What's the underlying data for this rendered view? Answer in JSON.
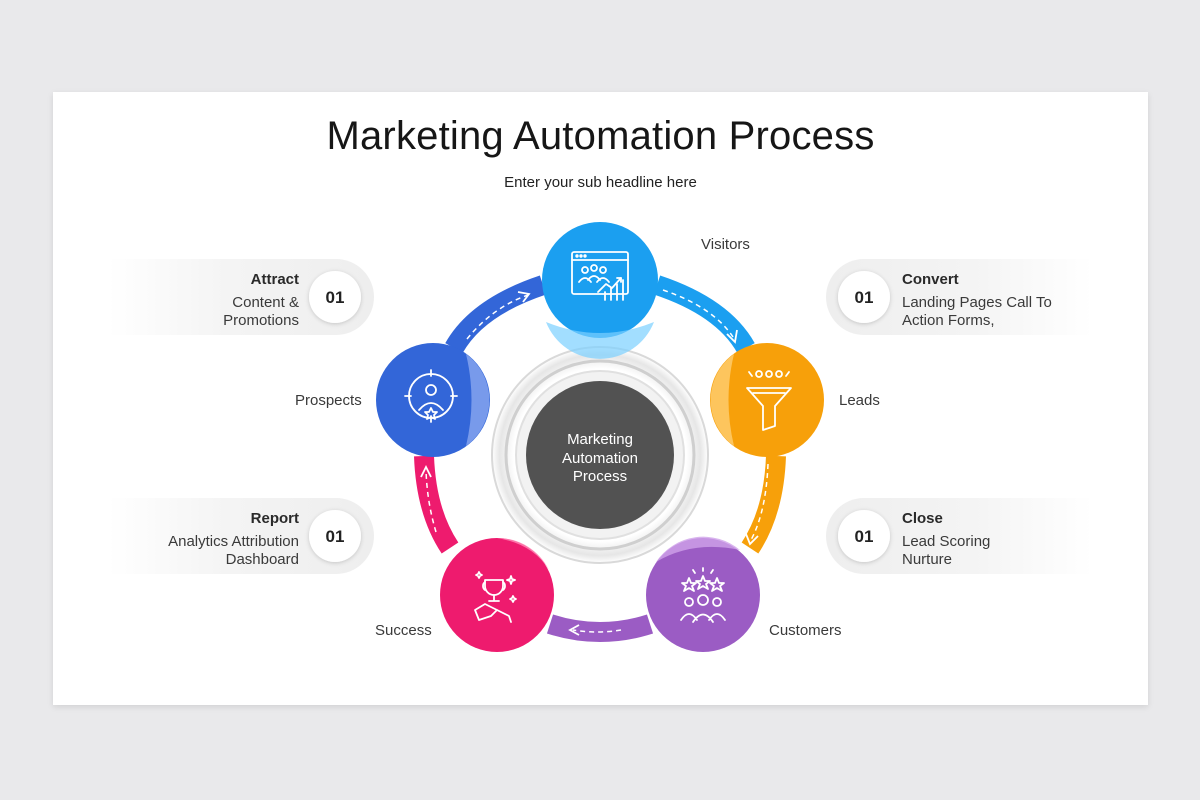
{
  "slide": {
    "title": "Marketing Automation Process",
    "subtitle": "Enter your sub headline here"
  },
  "center": {
    "lines": [
      "Marketing",
      "Automation",
      "Process"
    ]
  },
  "stages": [
    {
      "label": "Visitors",
      "icon": "analytics-dashboard-icon",
      "color": "#1b9ff0"
    },
    {
      "label": "Leads",
      "icon": "funnel-icon",
      "color": "#f7a00a"
    },
    {
      "label": "Customers",
      "icon": "customers-stars-icon",
      "color": "#9b5cc4"
    },
    {
      "label": "Success",
      "icon": "trophy-icon",
      "color": "#ee1b6e"
    },
    {
      "label": "Prospects",
      "icon": "target-person-icon",
      "color": "#3366d8"
    }
  ],
  "cards": {
    "attract": {
      "number": "01",
      "title": "Attract",
      "lines": [
        "Content &",
        "Promotions"
      ]
    },
    "convert": {
      "number": "01",
      "title": "Convert",
      "lines": [
        "Landing Pages Call To",
        "Action Forms,"
      ]
    },
    "report": {
      "number": "01",
      "title": "Report",
      "lines": [
        "Analytics Attribution",
        "Dashboard"
      ]
    },
    "close": {
      "number": "01",
      "title": "Close",
      "lines": [
        "Lead Scoring",
        "Nurture"
      ]
    }
  }
}
